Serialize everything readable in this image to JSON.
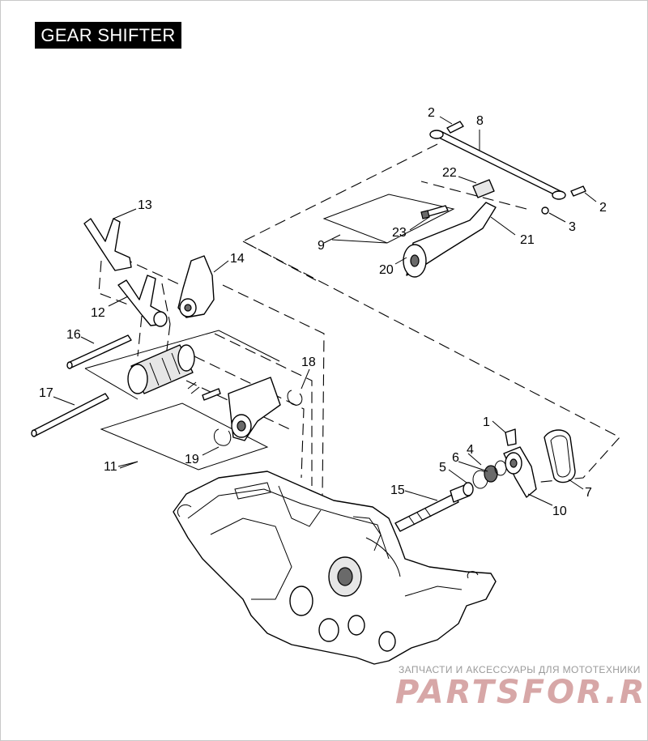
{
  "title": "GEAR SHIFTER",
  "callouts": [
    {
      "id": "c1",
      "text": "1"
    },
    {
      "id": "c2a",
      "text": "2"
    },
    {
      "id": "c2b",
      "text": "2"
    },
    {
      "id": "c3",
      "text": "3"
    },
    {
      "id": "c4",
      "text": "4"
    },
    {
      "id": "c5",
      "text": "5"
    },
    {
      "id": "c6",
      "text": "6"
    },
    {
      "id": "c7",
      "text": "7"
    },
    {
      "id": "c8",
      "text": "8"
    },
    {
      "id": "c9",
      "text": "9"
    },
    {
      "id": "c10",
      "text": "10"
    },
    {
      "id": "c11",
      "text": "11"
    },
    {
      "id": "c12",
      "text": "12"
    },
    {
      "id": "c13",
      "text": "13"
    },
    {
      "id": "c14",
      "text": "14"
    },
    {
      "id": "c15",
      "text": "15"
    },
    {
      "id": "c16",
      "text": "16"
    },
    {
      "id": "c17",
      "text": "17"
    },
    {
      "id": "c18",
      "text": "18"
    },
    {
      "id": "c19",
      "text": "19"
    },
    {
      "id": "c20",
      "text": "20"
    },
    {
      "id": "c21",
      "text": "21"
    },
    {
      "id": "c22",
      "text": "22"
    },
    {
      "id": "c23",
      "text": "23"
    }
  ],
  "watermark": {
    "caption": "ЗАПЧАСТИ И АКСЕССУАРЫ ДЛЯ МОТОТЕХНИКИ",
    "logo": "PARTSFOR.RU"
  },
  "colors": {
    "title_bg": "#000000",
    "title_fg": "#ffffff",
    "watermark_logo": "#d7a7a7",
    "watermark_caption": "#9a9a9a"
  }
}
